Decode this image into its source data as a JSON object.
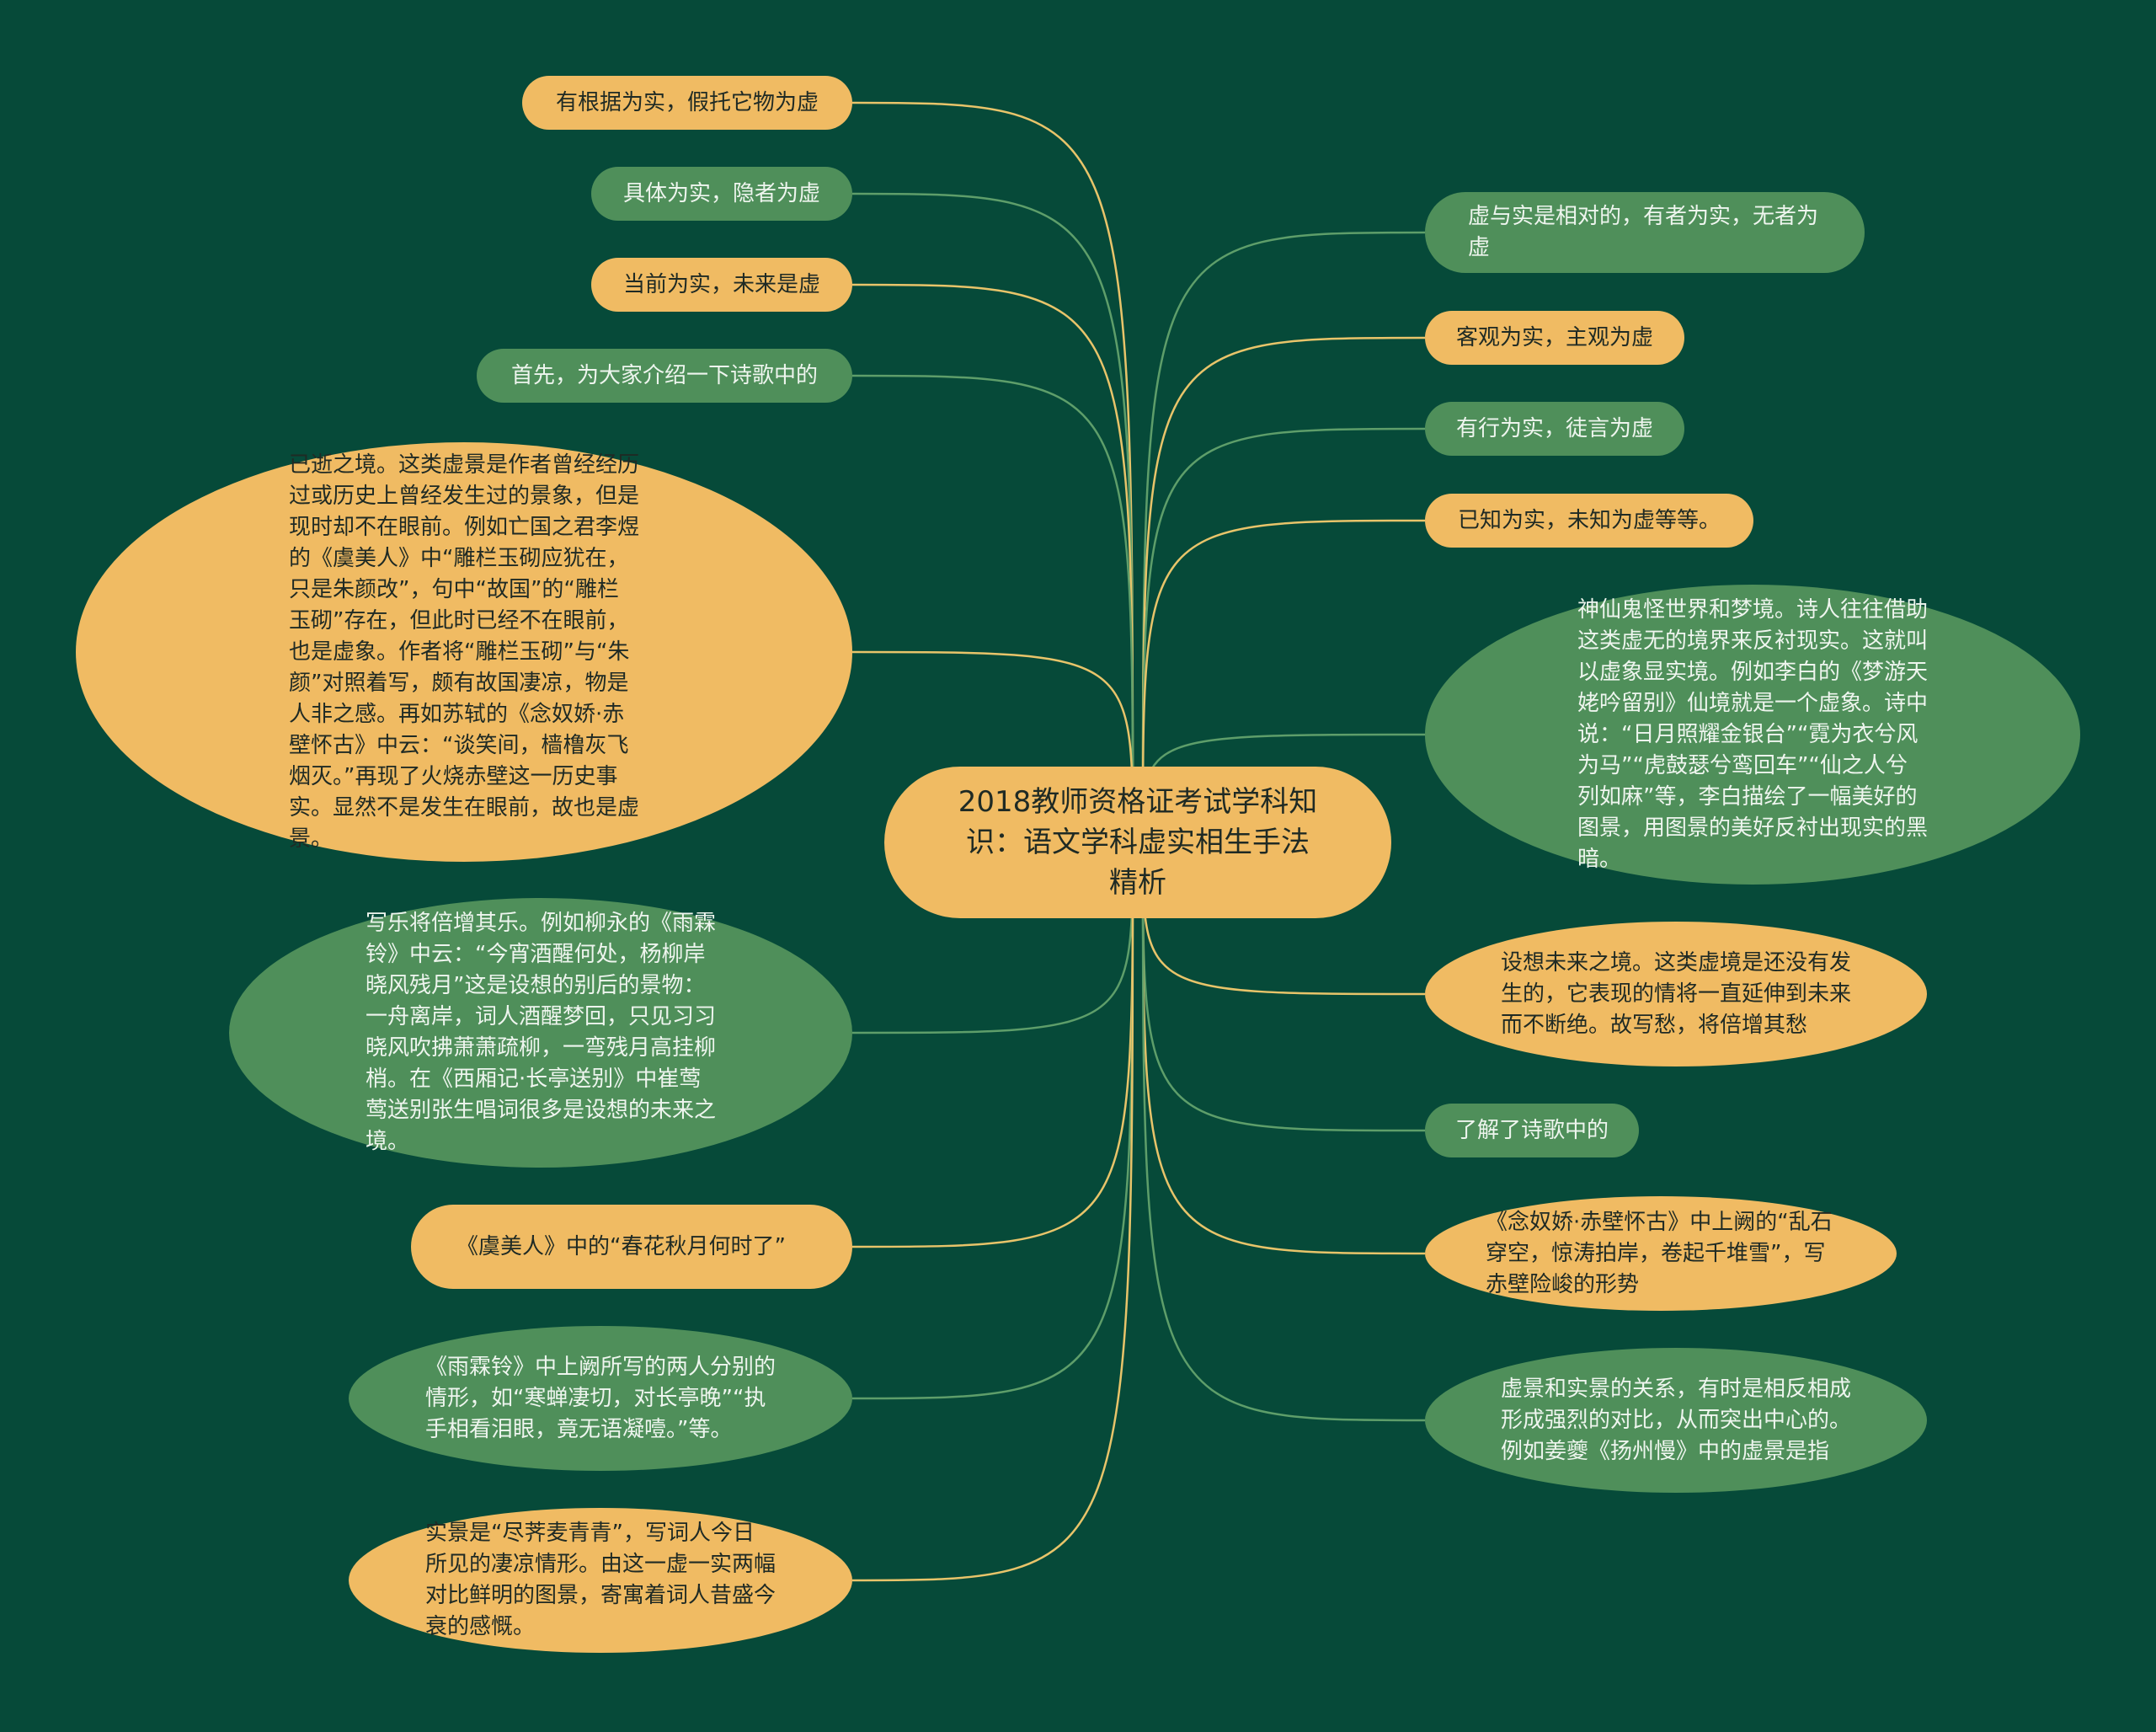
{
  "colors": {
    "background": "#064a39",
    "yellow_node": "#f0bb63",
    "green_node": "#4f8f5a",
    "link": "#e8c46a",
    "link_green": "#5e9e6a"
  },
  "center": {
    "text": "2018教师资格证考试学科知识：语文学科虚实相生手法精析"
  },
  "nodes": [
    {
      "id": "l1",
      "text": "有根据为实，假托它物为虚"
    },
    {
      "id": "l2",
      "text": "具体为实，隐者为虚"
    },
    {
      "id": "l3",
      "text": "当前为实，未来是虚"
    },
    {
      "id": "l4",
      "text": "首先，为大家介绍一下诗歌中的"
    },
    {
      "id": "l5",
      "text": "已逝之境。这类虚景是作者曾经经历过或历史上曾经发生过的景象，但是现时却不在眼前。例如亡国之君李煜的《虞美人》中“雕栏玉砌应犹在，只是朱颜改”，句中“故国”的“雕栏玉砌”存在，但此时已经不在眼前，也是虚象。作者将“雕栏玉砌”与“朱颜”对照着写，颇有故国凄凉，物是人非之感。再如苏轼的《念奴娇·赤壁怀古》中云：“谈笑间，樯橹灰飞烟灭。”再现了火烧赤壁这一历史事实。显然不是发生在眼前，故也是虚景。"
    },
    {
      "id": "l6",
      "text": "写乐将倍增其乐。例如柳永的《雨霖铃》中云：“今宵酒醒何处，杨柳岸晓风残月”这是设想的别后的景物：一舟离岸，词人酒醒梦回，只见习习晓风吹拂萧萧疏柳，一弯残月高挂柳梢。在《西厢记·长亭送别》中崔莺莺送别张生唱词很多是设想的未来之境。"
    },
    {
      "id": "l7",
      "text": "《虞美人》中的“春花秋月何时了”"
    },
    {
      "id": "l8",
      "text": "《雨霖铃》中上阙所写的两人分别的情形，如“寒蝉凄切，对长亭晚”“执手相看泪眼，竟无语凝噎。”等。"
    },
    {
      "id": "l9",
      "text": "实景是“尽荠麦青青”，写词人今日所见的凄凉情形。由这一虚一实两幅对比鲜明的图景，寄寓着词人昔盛今衰的感慨。"
    },
    {
      "id": "r1",
      "text": "虚与实是相对的，有者为实，无者为虚"
    },
    {
      "id": "r2",
      "text": "客观为实，主观为虚"
    },
    {
      "id": "r3",
      "text": "有行为实，徒言为虚"
    },
    {
      "id": "r4",
      "text": "已知为实，未知为虚等等。"
    },
    {
      "id": "r5",
      "text": "神仙鬼怪世界和梦境。诗人往往借助这类虚无的境界来反衬现实。这就叫以虚象显实境。例如李白的《梦游天姥吟留别》仙境就是一个虚象。诗中说：“日月照耀金银台”“霓为衣兮风为马”“虎鼓瑟兮鸾回车”“仙之人兮列如麻”等，李白描绘了一幅美好的图景，用图景的美好反衬出现实的黑暗。"
    },
    {
      "id": "r6",
      "text": "设想未来之境。这类虚境是还没有发生的，它表现的情将一直延伸到未来而不断绝。故写愁，将倍增其愁"
    },
    {
      "id": "r7",
      "text": "了解了诗歌中的"
    },
    {
      "id": "r8",
      "text": "《念奴娇·赤壁怀古》中上阙的“乱石穿空，惊涛拍岸，卷起千堆雪”，写赤壁险峻的形势"
    },
    {
      "id": "r9",
      "text": "虚景和实景的关系，有时是相反相成形成强烈的对比，从而突出中心的。例如姜夔《扬州慢》中的虚景是指"
    }
  ]
}
